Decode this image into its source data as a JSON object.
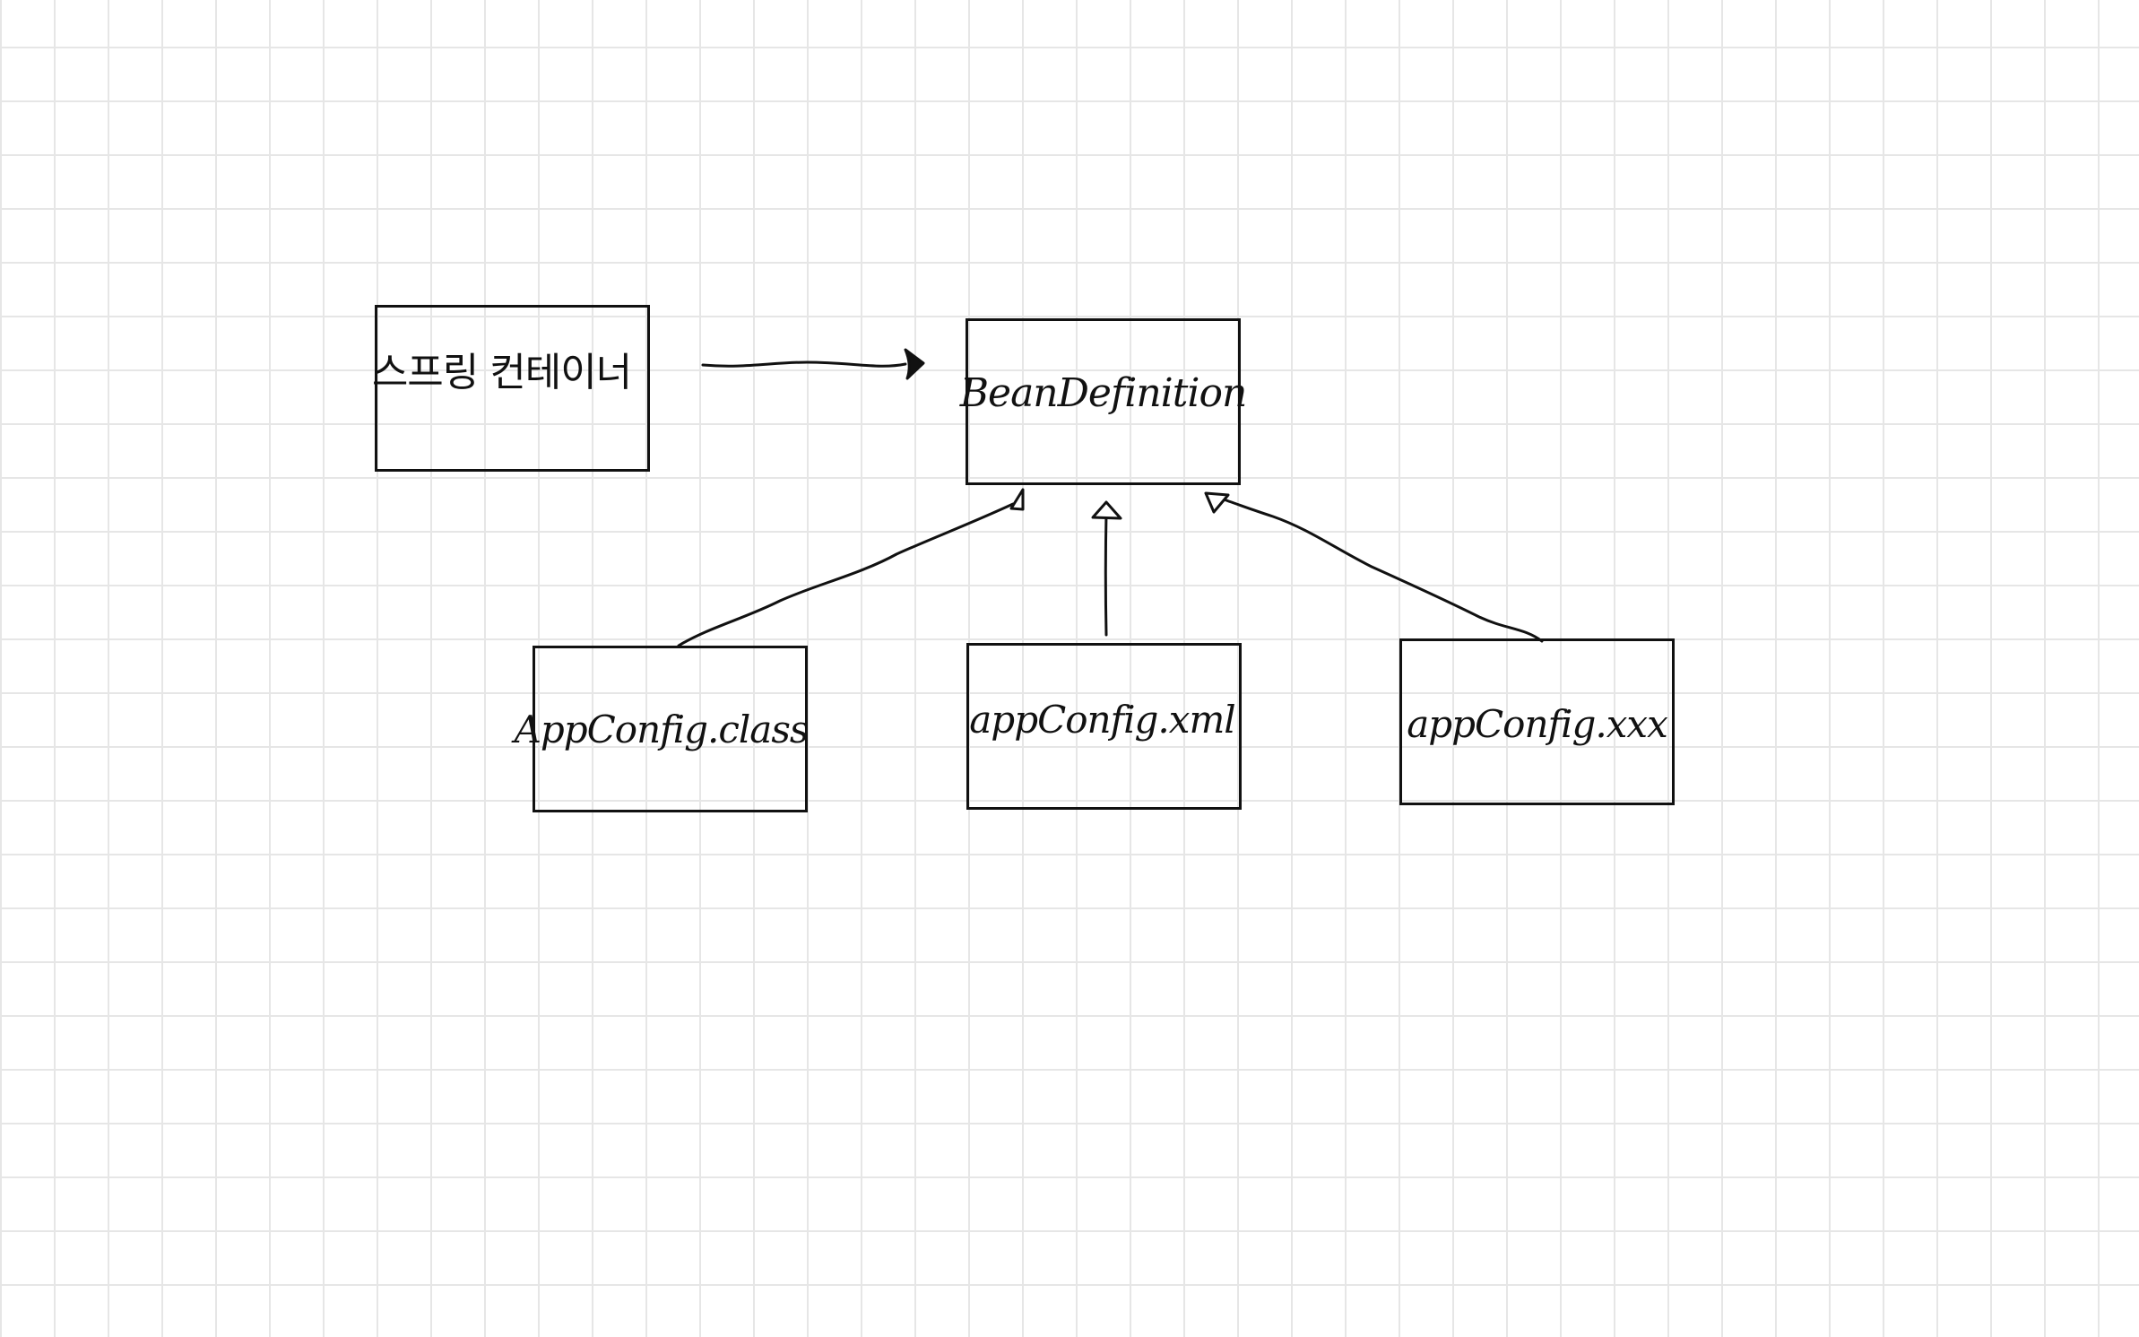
{
  "diagram": {
    "nodes": {
      "spring_container": {
        "label": "스프링 컨테이너"
      },
      "bean_definition": {
        "label": "BeanDefinition"
      },
      "app_config_class": {
        "label": "AppConfig.class"
      },
      "app_config_xml": {
        "label": "appConfig.xml"
      },
      "app_config_xxx": {
        "label": "appConfig.xxx"
      }
    },
    "edges": [
      {
        "from": "spring_container",
        "to": "bean_definition",
        "head": "filled-arrow"
      },
      {
        "from": "app_config_class",
        "to": "bean_definition",
        "head": "hollow-triangle"
      },
      {
        "from": "app_config_xml",
        "to": "bean_definition",
        "head": "hollow-triangle"
      },
      {
        "from": "app_config_xxx",
        "to": "bean_definition",
        "head": "hollow-triangle"
      }
    ],
    "colors": {
      "background": "#ffffff",
      "grid": "#e6e6e6",
      "ink": "#111111"
    }
  }
}
